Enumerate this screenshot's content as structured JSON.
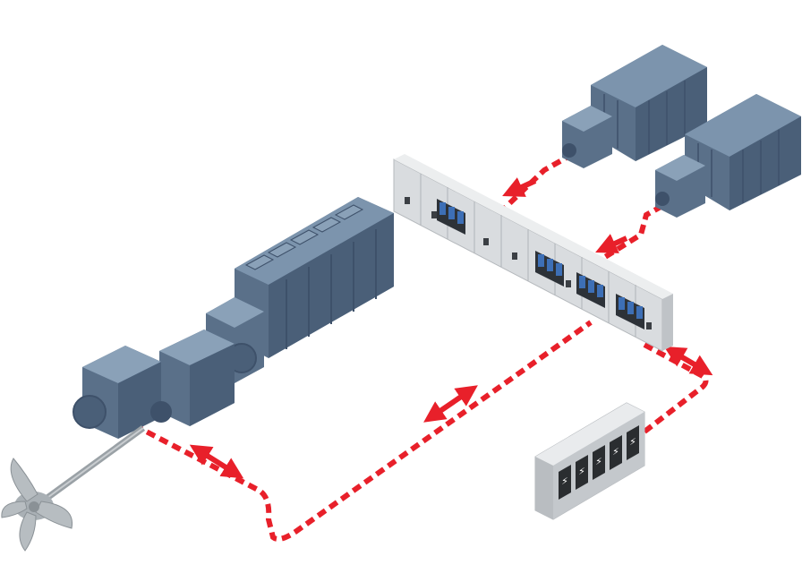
{
  "diagram": {
    "title": "",
    "colors": {
      "background": "#ffffff",
      "engine_top": "#7c94ad",
      "engine_side": "#5a7089",
      "engine_dark": "#3e516a",
      "switchboard_face": "#d9dcdf",
      "switchboard_side": "#bfc3c7",
      "breaker_blue": "#3d6fb6",
      "battery_face": "#d6d9dc",
      "battery_dark": "#2a2d30",
      "cable_red": "#e8202a",
      "propeller": "#a9b0b5"
    },
    "components": [
      {
        "id": "propulsion-motor",
        "type": "electric-motor"
      },
      {
        "id": "main-engine",
        "type": "diesel-engine"
      },
      {
        "id": "aux-genset-1",
        "type": "diesel-generator"
      },
      {
        "id": "aux-genset-2",
        "type": "diesel-generator"
      },
      {
        "id": "main-switchboard",
        "type": "switchboard",
        "breaker_groups": 4
      },
      {
        "id": "battery-pack",
        "type": "battery",
        "cells": 5
      },
      {
        "id": "propeller",
        "type": "propeller"
      }
    ],
    "connections": [
      {
        "from": "aux-genset-1",
        "to": "main-switchboard",
        "direction": "one-way"
      },
      {
        "from": "aux-genset-2",
        "to": "main-switchboard",
        "direction": "one-way"
      },
      {
        "from": "main-switchboard",
        "to": "propulsion-motor",
        "direction": "two-way"
      },
      {
        "from": "main-switchboard",
        "to": "battery-pack",
        "direction": "two-way"
      },
      {
        "from": "propulsion-motor",
        "to": "main-switchboard",
        "direction": "two-way"
      }
    ]
  }
}
